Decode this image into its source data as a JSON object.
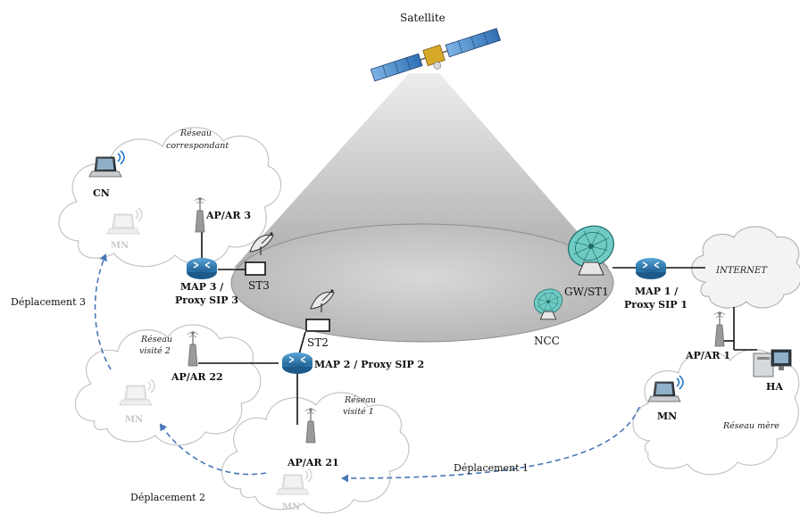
{
  "satellite": {
    "label": "Satellite"
  },
  "networks": {
    "correspondent": {
      "label": "Réseau\ncorrespondant",
      "line1": "Réseau",
      "line2": "correspondant"
    },
    "visited2": {
      "line1": "Réseau",
      "line2": "visité 2"
    },
    "visited1": {
      "line1": "Réseau",
      "line2": "visité 1"
    },
    "home": {
      "label": "Réseau mère"
    },
    "internet": {
      "label": "INTERNET"
    }
  },
  "nodes": {
    "cn": "CN",
    "mn_ghost": "MN",
    "mn_home": "MN",
    "ha": "HA",
    "ap_ar3": "AP/AR 3",
    "ap_ar22": "AP/AR 22",
    "ap_ar21": "AP/AR 21",
    "ap_ar1": "AP/AR 1",
    "map3_line1": "MAP 3 /",
    "map3_line2": "Proxy SIP 3",
    "map2": "MAP 2 / Proxy SIP 2",
    "map1_line1": "MAP 1 /",
    "map1_line2": "Proxy SIP 1",
    "st3": "ST3",
    "st2": "ST2",
    "gw_st1": "GW/ST1",
    "ncc": "NCC"
  },
  "moves": {
    "m1": "Déplacement 1",
    "m2": "Déplacement 2",
    "m3": "Déplacement 3"
  },
  "colors": {
    "beam": "#b9b9b9",
    "footprint": "#c8c8c8",
    "router": "#2c7fb8",
    "dish": "#6fc9c2",
    "move_arrow": "#4a78b8"
  }
}
